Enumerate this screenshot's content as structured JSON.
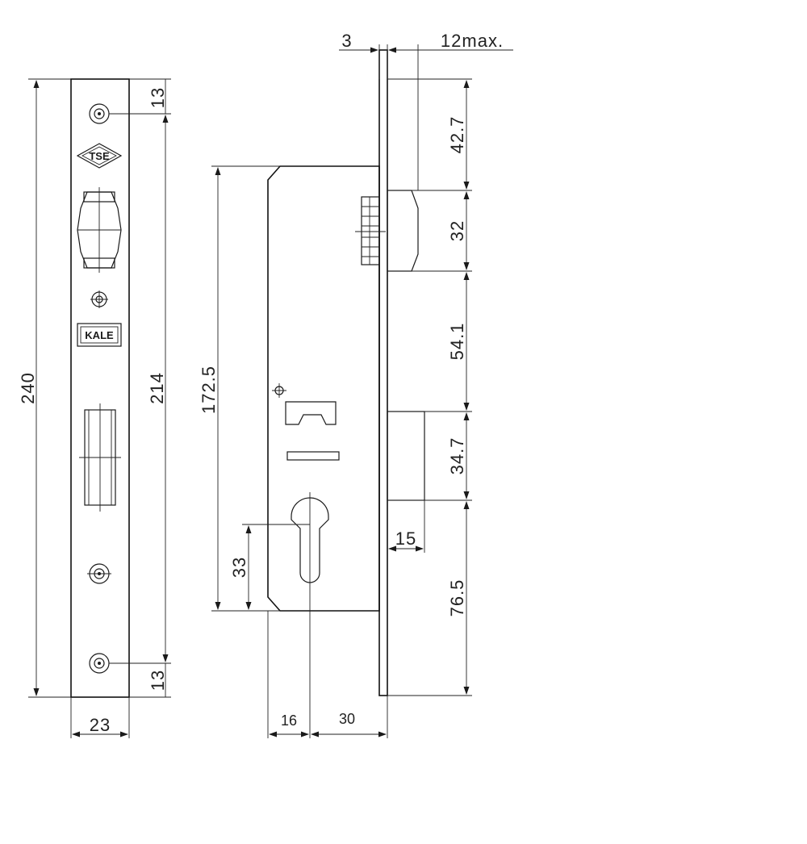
{
  "faceplate": {
    "logo_tse": "TSE",
    "logo_brand": "KALE",
    "dims": {
      "height_total": "240",
      "height_inner": "214",
      "top_offset": "13",
      "bottom_offset": "13",
      "width": "23"
    }
  },
  "body": {
    "dims": {
      "plate_thickness": "3",
      "latch_projection": "12max.",
      "seg1": "42.7",
      "seg2": "32",
      "seg3": "54.1",
      "seg4": "34.7",
      "seg5": "76.5",
      "case_height": "172.5",
      "cylinder_height": "33",
      "bolt_projection": "15",
      "backset_offset": "16",
      "backset": "30"
    }
  },
  "colors": {
    "line": "#1a1a1a",
    "background": "#ffffff"
  }
}
